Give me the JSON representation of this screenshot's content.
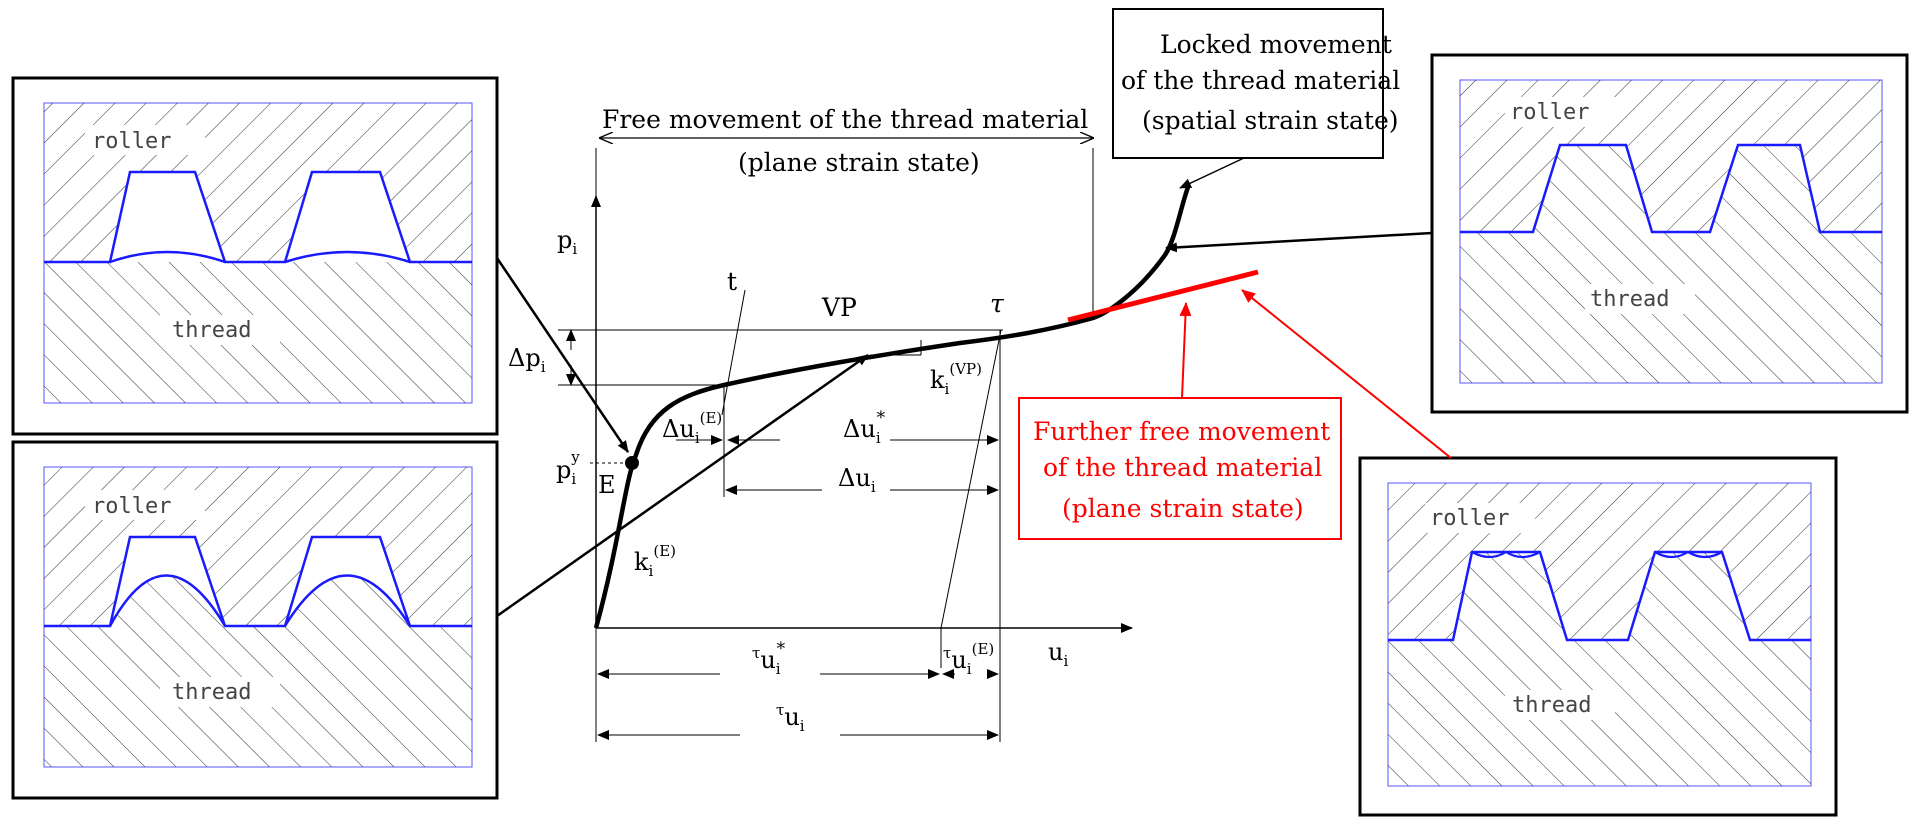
{
  "labels": {
    "free_top_1": "Free movement of the thread material",
    "free_top_2": "(plane strain state)",
    "locked_1": "Locked movement",
    "locked_2": "of the thread material",
    "locked_3": "(spatial strain state)",
    "further_1": "Further free movement",
    "further_2": "of the thread material",
    "further_3": "(plane strain state)",
    "t": "t",
    "VP": "VP",
    "tau": "τ",
    "E": "E",
    "u_axis": "u",
    "p_axis": "p",
    "sub_i": "i",
    "sup_y": "y",
    "delta": "Δ",
    "k": "k",
    "sup_E": "(E)",
    "sup_VP": "(VP)",
    "star": "*",
    "tau_pre": "τ"
  },
  "insets": {
    "roller": "roller",
    "thread": "thread"
  },
  "colors": {
    "profile": "#1a1aff",
    "frame_blue": "#3a3aff",
    "red": "#ff0000",
    "black": "#000000"
  }
}
